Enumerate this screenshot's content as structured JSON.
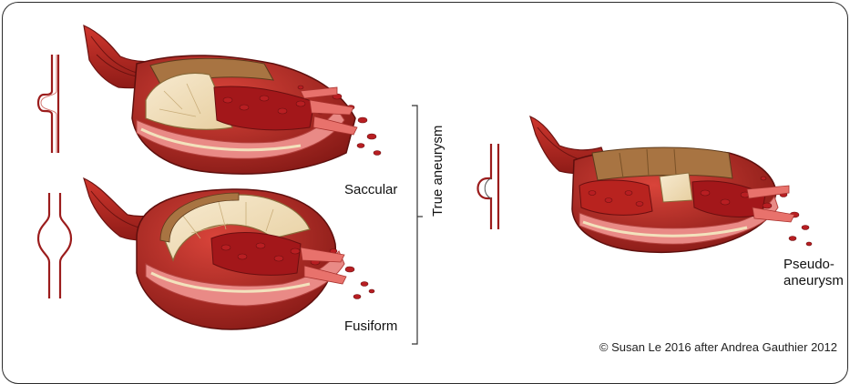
{
  "labels": {
    "saccular": "Saccular",
    "fusiform": "Fusiform",
    "true_aneurysm": "True aneurysm",
    "pseudo_line1": "Pseudo-",
    "pseudo_line2": "aneurysm"
  },
  "credit": "© Susan Le 2016 after Andrea Gauthier 2012",
  "colors": {
    "vessel_outer": "#b8231f",
    "vessel_dark": "#7a1412",
    "intima": "#e98a86",
    "plaque": "#f3e2bd",
    "fibrous": "#9a6a3a",
    "blood": "#a3171a",
    "bracket": "#333333"
  }
}
